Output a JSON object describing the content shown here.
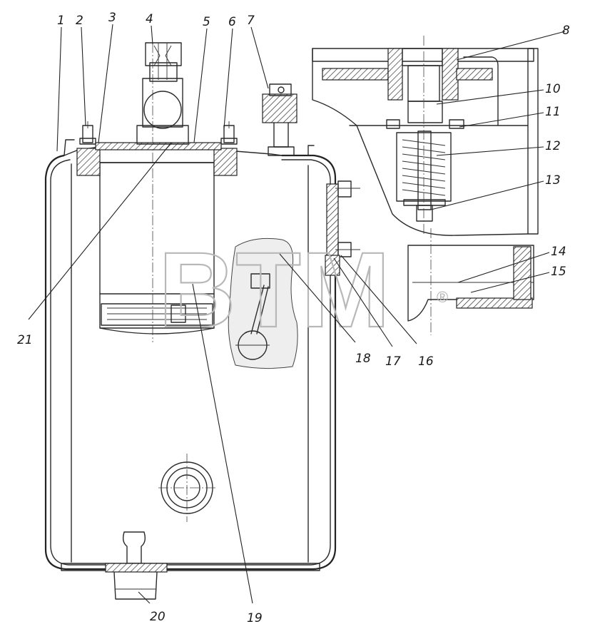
{
  "watermark": {
    "text": "BTM",
    "registered": "®"
  },
  "callouts": {
    "c1": "1",
    "c2": "2",
    "c3": "3",
    "c4": "4",
    "c5": "5",
    "c6": "6",
    "c7": "7",
    "c8": "8",
    "c10": "10",
    "c11": "11",
    "c12": "12",
    "c13": "13",
    "c14": "14",
    "c15": "15",
    "c16": "16",
    "c17": "17",
    "c18": "18",
    "c19": "19",
    "c20": "20",
    "c21": "21"
  },
  "colors": {
    "line": "#222222",
    "watermark": "#b8b8b8",
    "background": "#ffffff"
  }
}
